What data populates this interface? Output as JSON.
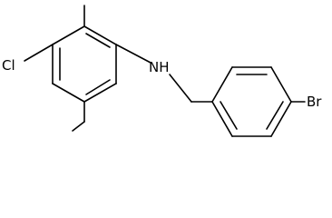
{
  "molecule": {
    "atom_labels": {
      "chlorine": "Cl",
      "amine": "NH",
      "bromine": "Br"
    }
  },
  "colors": {
    "bond": "#000000",
    "background": "#ffffff"
  }
}
